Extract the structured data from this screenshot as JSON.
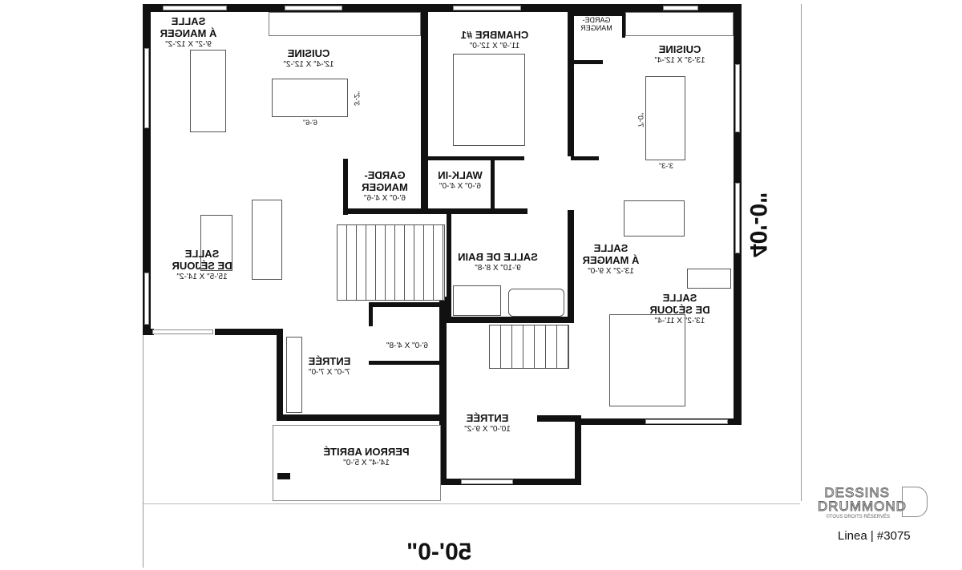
{
  "rooms": [
    {
      "id": "salle-a-manger-gauche",
      "lines": [
        "SALLE",
        "Á MANGER"
      ],
      "dim": "9'-2\" X 12'-2\""
    },
    {
      "id": "cuisine-gauche",
      "lines": [
        "CUISINE"
      ],
      "dim": "12'-4\" X 12'-2\""
    },
    {
      "id": "chambre-1",
      "lines": [
        "CHAMBRE #1"
      ],
      "dim": "11'-9\" X 12'-0\""
    },
    {
      "id": "garde-manger-petit",
      "lines": [
        "GARDE-",
        "MANGER"
      ],
      "dim": ""
    },
    {
      "id": "cuisine-droite",
      "lines": [
        "CUISINE"
      ],
      "dim": "13'-3\" X 12'-4\""
    },
    {
      "id": "garde-manger",
      "lines": [
        "GARDE-",
        "MANGER"
      ],
      "dim": "6'-0\" X 4'-6\""
    },
    {
      "id": "walk-in",
      "lines": [
        "WALK-IN"
      ],
      "dim": "6'-0\" X 4'-0\""
    },
    {
      "id": "salle-de-sejour-gauche",
      "lines": [
        "SALLE",
        "DE SÉJOUR"
      ],
      "dim": "15'-5\" X 14'-2\""
    },
    {
      "id": "salle-de-bain",
      "lines": [
        "SALLE DE BAIN"
      ],
      "dim": "9'-10\" X 8'-8\""
    },
    {
      "id": "salle-a-manger-droite",
      "lines": [
        "SALLE",
        "Á MANGER"
      ],
      "dim": "13'-2\" X 9'-0\""
    },
    {
      "id": "salle-de-sejour-droite",
      "lines": [
        "SALLE",
        "DE SÉJOUR"
      ],
      "dim": "13'-2\" X 11'-4\""
    },
    {
      "id": "salle-d-eau",
      "lines": [],
      "dim": "6'-0\" X 4'-8\""
    },
    {
      "id": "entree-gauche",
      "lines": [
        "ENTRÉE"
      ],
      "dim": "7'-0\" X 7'-0\""
    },
    {
      "id": "entree-droite",
      "lines": [
        "ENTRÉE"
      ],
      "dim": "10'-0\" X 9'-2\""
    },
    {
      "id": "perron-abrite",
      "lines": [
        "PERRON ABRITÉ"
      ],
      "dim": "14'-4\" X 5'-0\""
    }
  ],
  "furniture_dims": {
    "island_left_w": "6'-6\"",
    "island_left_h": "3'-2\"",
    "island_right_w": "3'-3\"",
    "island_right_h": "7'-0\""
  },
  "overall": {
    "width": "50'-0\"",
    "depth": "40'-0\""
  },
  "brand": {
    "line1": "DESSINS",
    "line2": "DRUMMOND",
    "rights": "©TOUS DROITS RÉSERVÉS",
    "model": "Linea | #3075"
  }
}
